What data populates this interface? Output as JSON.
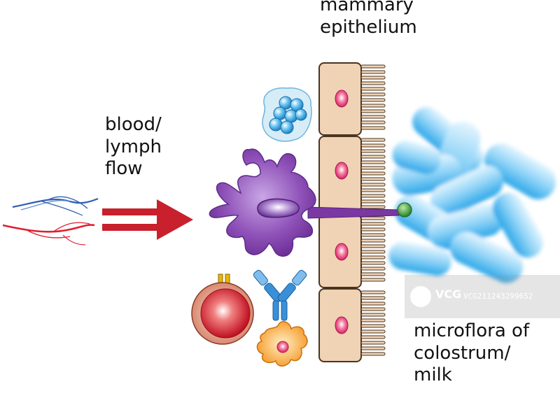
{
  "labels": {
    "mammary_epithelium": [
      "mammary",
      "epithelium"
    ],
    "blood_lymph_flow": [
      "blood/",
      "lymph",
      "flow"
    ],
    "microflora": [
      "microflora of",
      "colostrum/",
      "milk"
    ]
  },
  "watermark": {
    "brand": "VCG",
    "id": "VCG211243299652"
  },
  "colors": {
    "epithelium_cell": "#f0d2b5",
    "nucleus": "#e8407a",
    "dendritic_cell": "#8040a8",
    "bacteria": "#4ab8f0",
    "arrow": "#c8202c",
    "vein": "#2f5fb0",
    "artery": "#e02030",
    "lymphocyte": "#c81e2e",
    "antibody": "#3a90d8",
    "macrophage": "#f6a030",
    "green_particle": "#3a9a3a"
  }
}
